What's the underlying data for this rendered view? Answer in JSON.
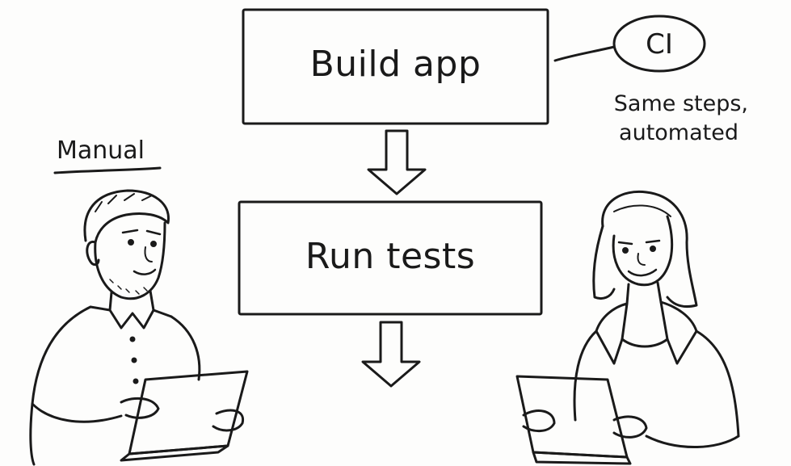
{
  "diagram": {
    "steps": [
      {
        "label": "Build app"
      },
      {
        "label": "Run tests"
      }
    ],
    "manual_label": "Manual",
    "ci_label": "CI",
    "ci_note": {
      "line1": "Same steps,",
      "line2": "automated"
    },
    "colors": {
      "ink": "#1a1a1a",
      "paper": "#fdfdfc"
    }
  }
}
